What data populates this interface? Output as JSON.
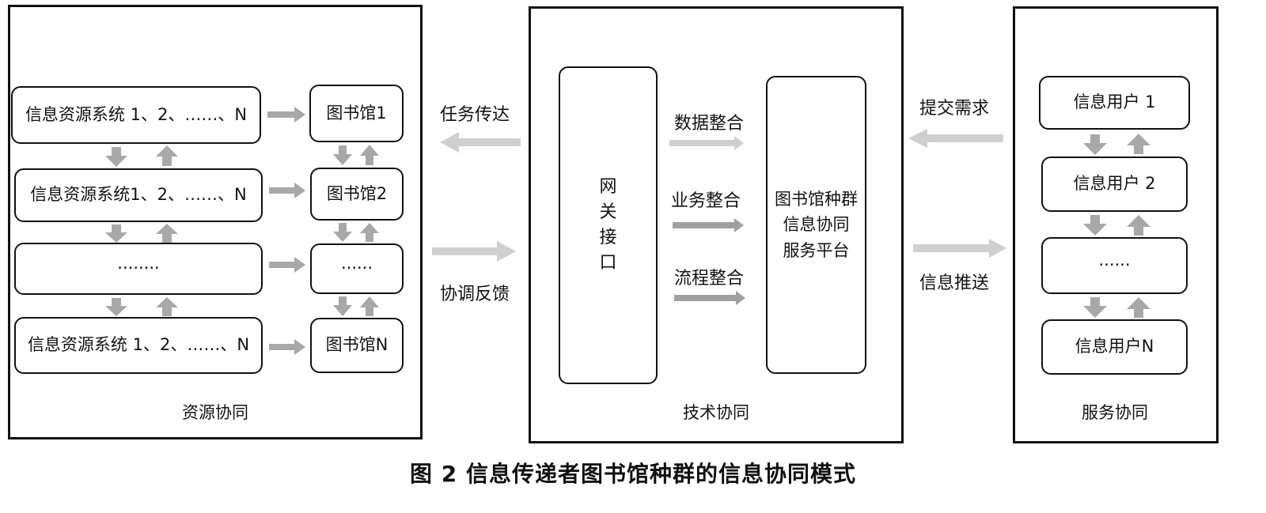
{
  "resource": {
    "title": "资源协同",
    "systems": [
      "信息资源系统 1、2、……、N",
      "信息资源系统1、2、……、N",
      "········",
      "信息资源系统 1、2、……、N"
    ],
    "libraries": [
      "图书馆1",
      "图书馆2",
      "······",
      "图书馆N"
    ]
  },
  "left_links": {
    "top": "任务传达",
    "bottom": "协调反馈"
  },
  "tech": {
    "title": "技术协同",
    "gateway": [
      "网",
      "关",
      "接",
      "口"
    ],
    "integrations": [
      "数据整合",
      "业务整合",
      "流程整合"
    ],
    "platform": [
      "图书馆种群",
      "信息协同",
      "服务平台"
    ]
  },
  "right_links": {
    "top": "提交需求",
    "bottom": "信息推送"
  },
  "service": {
    "title": "服务协同",
    "users": [
      "信息用户 1",
      "信息用户 2",
      "······",
      "信息用户N"
    ]
  },
  "caption": "图 2  信息传递者图书馆种群的信息协同模式",
  "colors": {
    "arrow_light": "#c8c8c8",
    "arrow_dark": "#a0a0a0",
    "border": "#111111"
  }
}
